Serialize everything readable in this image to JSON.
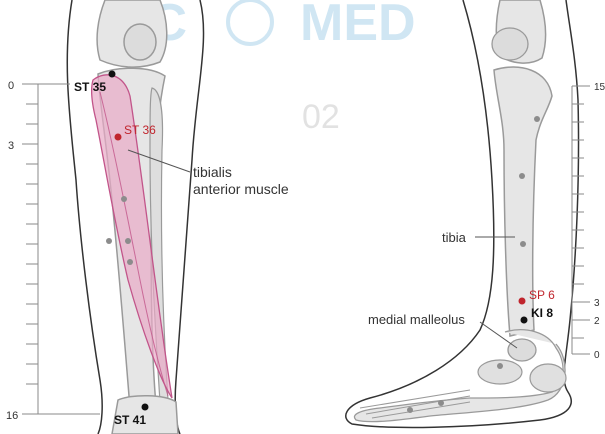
{
  "colors": {
    "acupoint_red": "#c0252d",
    "acupoint_black": "#111111",
    "bone_fill": "#e6e6e6",
    "bone_stroke": "#9a9a9a",
    "muscle_fill": "#e8a9c6",
    "muscle_stroke": "#c2558a",
    "watermark": "#5aa9d6"
  },
  "scales": {
    "left": {
      "top_label": "0",
      "mid_label": "3",
      "bottom_label": "16"
    },
    "right": {
      "top_label": "15",
      "mid_label_a": "3",
      "mid_label_b": "2",
      "bottom_label": "0"
    }
  },
  "points": {
    "st35": "ST 35",
    "st36": "ST 36",
    "st41": "ST 41",
    "sp6": "SP 6",
    "ki8": "KI 8"
  },
  "annotations": {
    "tibialis_line1": "tibialis",
    "tibialis_line2": "anterior muscle",
    "tibia": "tibia",
    "medial_malleolus": "medial malleolus"
  },
  "watermark": {
    "left_glyph": "IC",
    "right_glyph": "MED",
    "numeral": "02"
  }
}
